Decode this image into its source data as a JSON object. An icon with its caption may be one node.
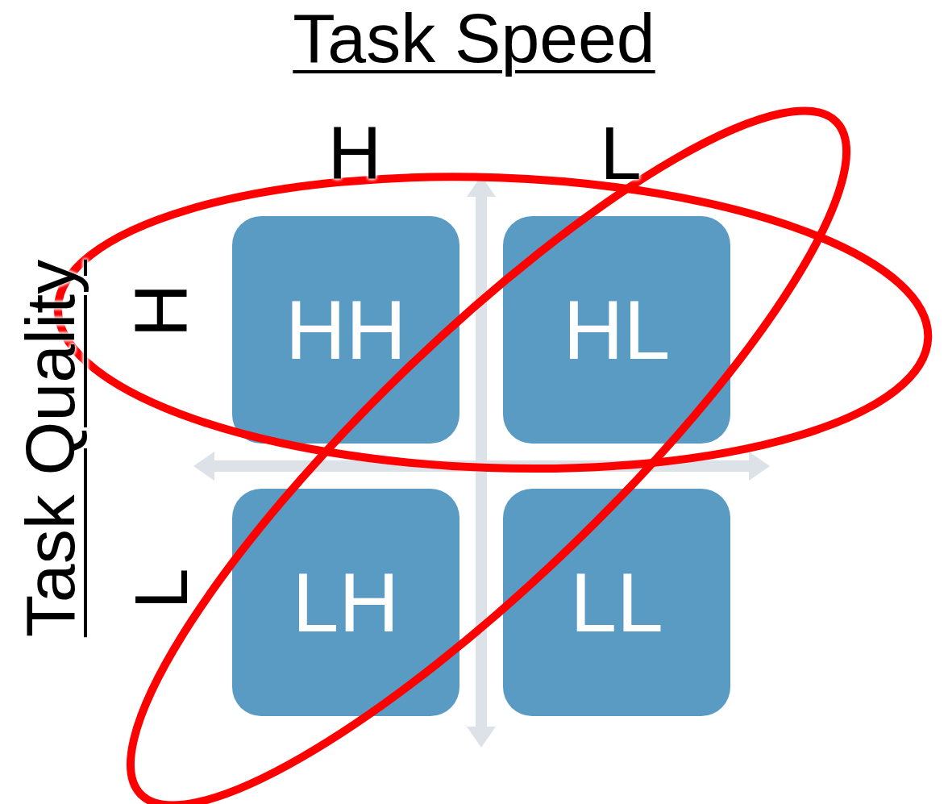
{
  "diagram": {
    "title": "Task Speed",
    "nodes": [
      {
        "text": [
          "HH"
        ]
      },
      {
        "text": [
          "HL"
        ]
      },
      {
        "text": [
          "LH"
        ]
      },
      {
        "text": [
          "LL"
        ]
      }
    ],
    "labels": [
      "H",
      "L",
      "Task Quality",
      "H",
      "L"
    ]
  }
}
